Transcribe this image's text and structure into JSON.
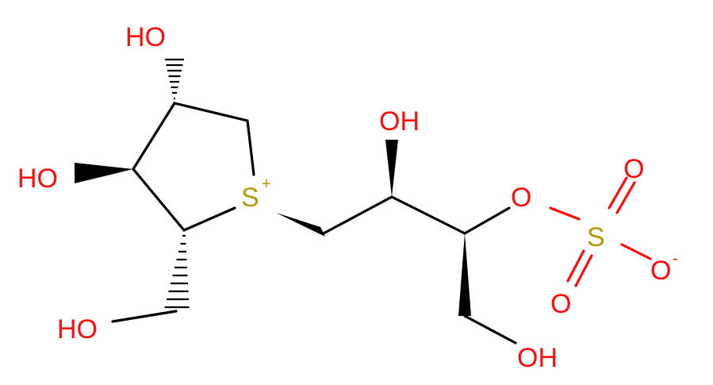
{
  "colors": {
    "bond": "#000000",
    "oxygen": "#ff0d0d",
    "sulfur": "#b2990a",
    "background": "#ffffff"
  },
  "labels": {
    "oh_top": "HO",
    "oh_left": "HO",
    "oh_bottom_left": "HO",
    "oh_chain": "OH",
    "oh_bottom_right": "OH",
    "sulfonium": "S",
    "sulfonium_charge": "+",
    "ester_o": "O",
    "sulfate_s": "S",
    "sulfate_o_top": "O",
    "sulfate_o_bottom": "O",
    "sulfate_o_right": "O",
    "sulfate_o_charge": "-"
  }
}
